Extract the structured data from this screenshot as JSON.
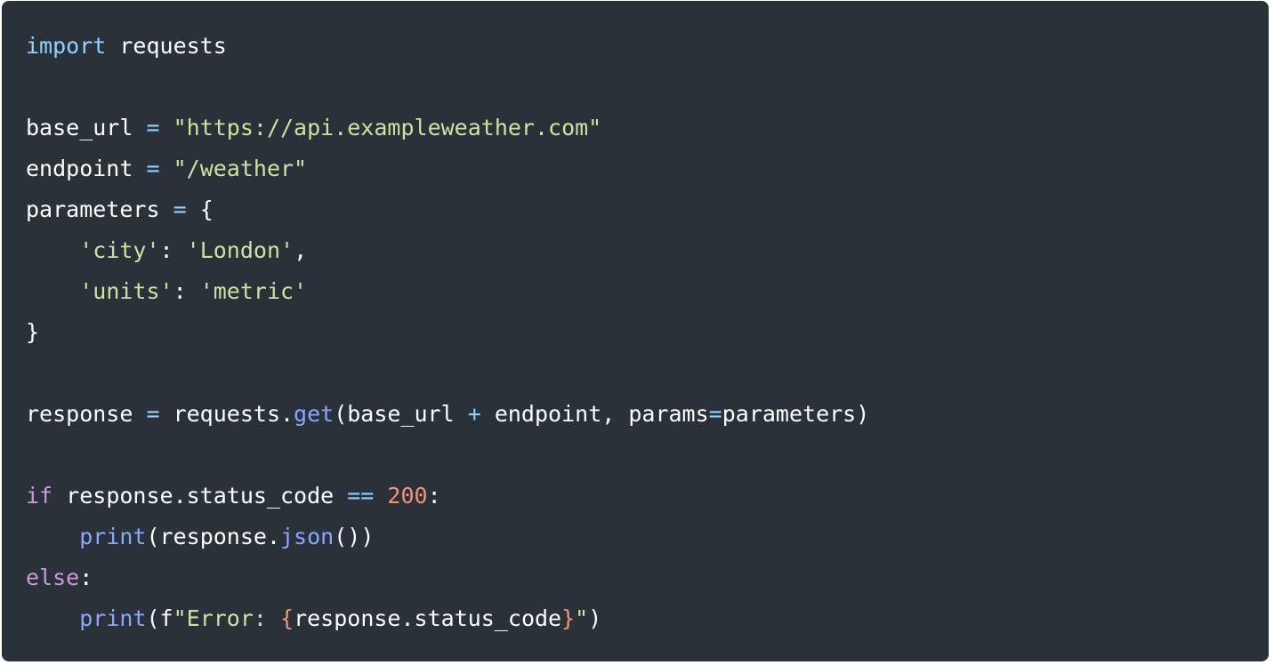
{
  "theme": {
    "background": "#2a3138",
    "text": "#ffffff",
    "keyword": "#8fd1ff",
    "control": "#c99bdb",
    "operator": "#8fd1ff",
    "string": "#cde2a1",
    "number": "#f3937a",
    "function": "#87a8ff",
    "brace": "#f3937a"
  },
  "code": {
    "language": "python",
    "lines": [
      [
        {
          "t": "import",
          "c": "keyword"
        },
        {
          "t": " requests",
          "c": "default"
        }
      ],
      [],
      [
        {
          "t": "base_url ",
          "c": "default"
        },
        {
          "t": "=",
          "c": "operator"
        },
        {
          "t": " ",
          "c": "default"
        },
        {
          "t": "\"https://api.exampleweather.com\"",
          "c": "string"
        }
      ],
      [
        {
          "t": "endpoint ",
          "c": "default"
        },
        {
          "t": "=",
          "c": "operator"
        },
        {
          "t": " ",
          "c": "default"
        },
        {
          "t": "\"/weather\"",
          "c": "string"
        }
      ],
      [
        {
          "t": "parameters ",
          "c": "default"
        },
        {
          "t": "=",
          "c": "operator"
        },
        {
          "t": " {",
          "c": "default"
        }
      ],
      [
        {
          "t": "    ",
          "c": "default"
        },
        {
          "t": "'city'",
          "c": "string"
        },
        {
          "t": ": ",
          "c": "default"
        },
        {
          "t": "'London'",
          "c": "string"
        },
        {
          "t": ",",
          "c": "default"
        }
      ],
      [
        {
          "t": "    ",
          "c": "default"
        },
        {
          "t": "'units'",
          "c": "string"
        },
        {
          "t": ": ",
          "c": "default"
        },
        {
          "t": "'metric'",
          "c": "string"
        }
      ],
      [
        {
          "t": "}",
          "c": "default"
        }
      ],
      [],
      [
        {
          "t": "response ",
          "c": "default"
        },
        {
          "t": "=",
          "c": "operator"
        },
        {
          "t": " requests.",
          "c": "default"
        },
        {
          "t": "get",
          "c": "function"
        },
        {
          "t": "(base_url ",
          "c": "default"
        },
        {
          "t": "+",
          "c": "operator"
        },
        {
          "t": " endpoint, params",
          "c": "default"
        },
        {
          "t": "=",
          "c": "operator"
        },
        {
          "t": "parameters)",
          "c": "default"
        }
      ],
      [],
      [
        {
          "t": "if",
          "c": "control"
        },
        {
          "t": " response.status_code ",
          "c": "default"
        },
        {
          "t": "==",
          "c": "operator"
        },
        {
          "t": " ",
          "c": "default"
        },
        {
          "t": "200",
          "c": "number"
        },
        {
          "t": ":",
          "c": "default"
        }
      ],
      [
        {
          "t": "    ",
          "c": "default"
        },
        {
          "t": "print",
          "c": "function"
        },
        {
          "t": "(response.",
          "c": "default"
        },
        {
          "t": "json",
          "c": "function"
        },
        {
          "t": "())",
          "c": "default"
        }
      ],
      [
        {
          "t": "else",
          "c": "control"
        },
        {
          "t": ":",
          "c": "default"
        }
      ],
      [
        {
          "t": "    ",
          "c": "default"
        },
        {
          "t": "print",
          "c": "function"
        },
        {
          "t": "(f",
          "c": "default"
        },
        {
          "t": "\"Error: ",
          "c": "string"
        },
        {
          "t": "{",
          "c": "brace"
        },
        {
          "t": "response.status_code",
          "c": "default"
        },
        {
          "t": "}",
          "c": "brace"
        },
        {
          "t": "\"",
          "c": "string"
        },
        {
          "t": ")",
          "c": "default"
        }
      ]
    ]
  }
}
